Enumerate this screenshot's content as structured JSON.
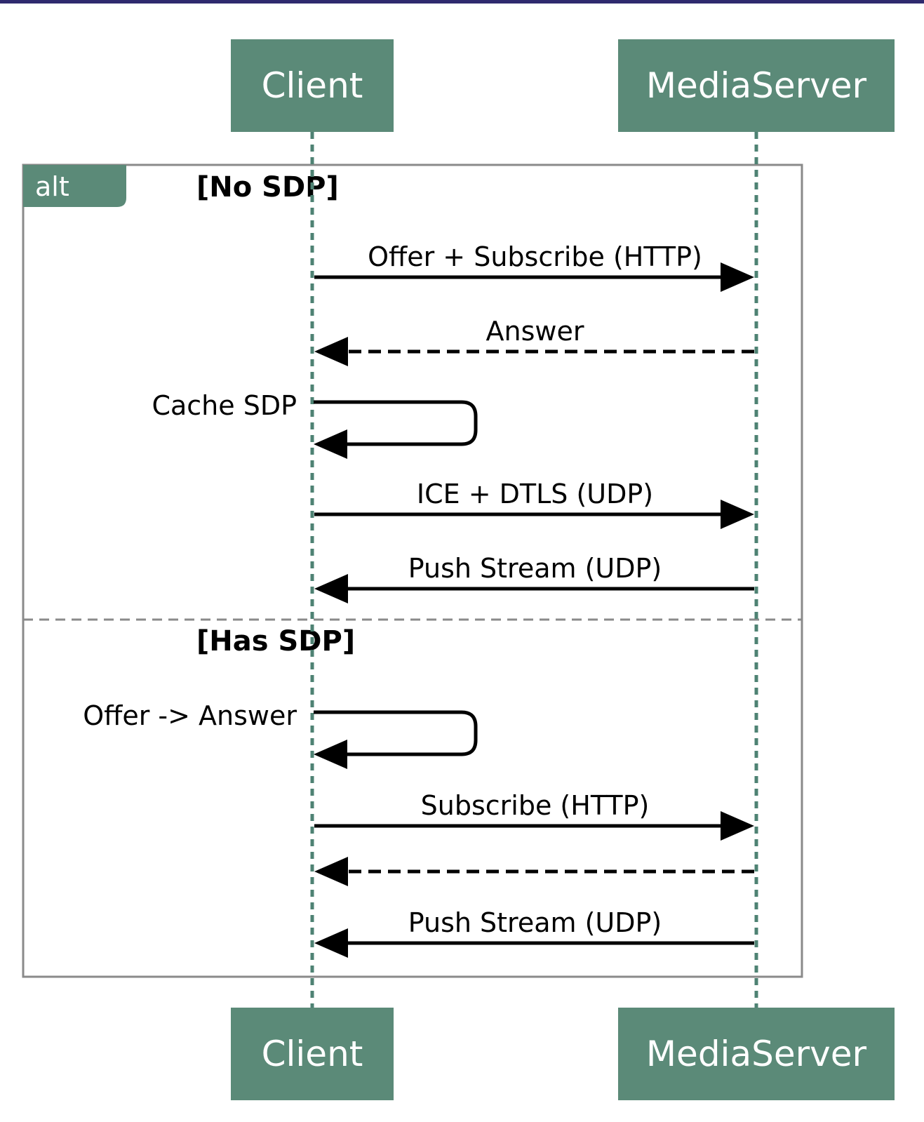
{
  "colors": {
    "participant_fill": "#5b8a78",
    "participant_text": "#ffffff",
    "lifeline": "#4e8273",
    "frame_border": "#8a8a8a",
    "arrow": "#000000",
    "top_border": "#2f2a6e"
  },
  "participants": [
    {
      "id": "client",
      "label": "Client"
    },
    {
      "id": "mediaserver",
      "label": "MediaServer"
    }
  ],
  "alt_frame": {
    "tag": "alt",
    "sections": [
      {
        "guard": "[No SDP]",
        "messages": [
          {
            "from": "client",
            "to": "mediaserver",
            "label": "Offer + Subscribe (HTTP)",
            "style": "solid"
          },
          {
            "from": "mediaserver",
            "to": "client",
            "label": "Answer",
            "style": "dashed"
          },
          {
            "from": "client",
            "to": "client",
            "label": "Cache SDP",
            "style": "self"
          },
          {
            "from": "client",
            "to": "mediaserver",
            "label": "ICE + DTLS (UDP)",
            "style": "solid"
          },
          {
            "from": "mediaserver",
            "to": "client",
            "label": "Push Stream (UDP)",
            "style": "solid"
          }
        ]
      },
      {
        "guard": "[Has SDP]",
        "messages": [
          {
            "from": "client",
            "to": "client",
            "label": "Offer -> Answer",
            "style": "self"
          },
          {
            "from": "client",
            "to": "mediaserver",
            "label": "Subscribe  (HTTP)",
            "style": "solid"
          },
          {
            "from": "mediaserver",
            "to": "client",
            "label": "",
            "style": "dashed"
          },
          {
            "from": "mediaserver",
            "to": "client",
            "label": "Push Stream (UDP)",
            "style": "solid"
          }
        ]
      }
    ]
  }
}
